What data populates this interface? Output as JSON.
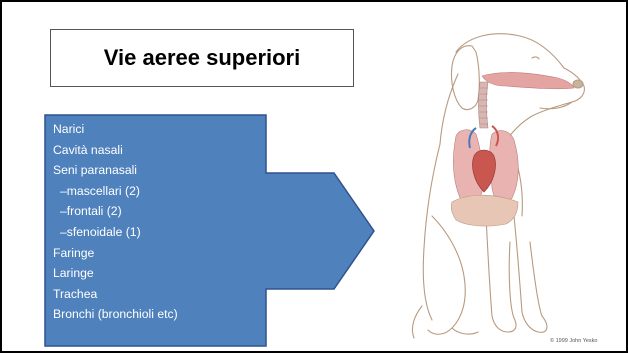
{
  "slide": {
    "title": "Vie aeree superiori",
    "list_items": [
      {
        "text": "Narici",
        "level": 0
      },
      {
        "text": "Cavità nasali",
        "level": 0
      },
      {
        "text": "Seni paranasali",
        "level": 0
      },
      {
        "text": "–mascellari (2)",
        "level": 1
      },
      {
        "text": "–frontali (2)",
        "level": 1
      },
      {
        "text": "–sfenoidale (1)",
        "level": 1
      },
      {
        "text": "Faringe",
        "level": 0
      },
      {
        "text": "Laringe",
        "level": 0
      },
      {
        "text": "Trachea",
        "level": 0
      },
      {
        "text": "Bronchi (bronchioli etc)",
        "level": 0
      }
    ],
    "illustration_credit": "© 1999 John Yesko"
  },
  "colors": {
    "arrow_fill": "#4f81bd",
    "arrow_stroke": "#2f528f",
    "list_text": "#ffffff"
  }
}
